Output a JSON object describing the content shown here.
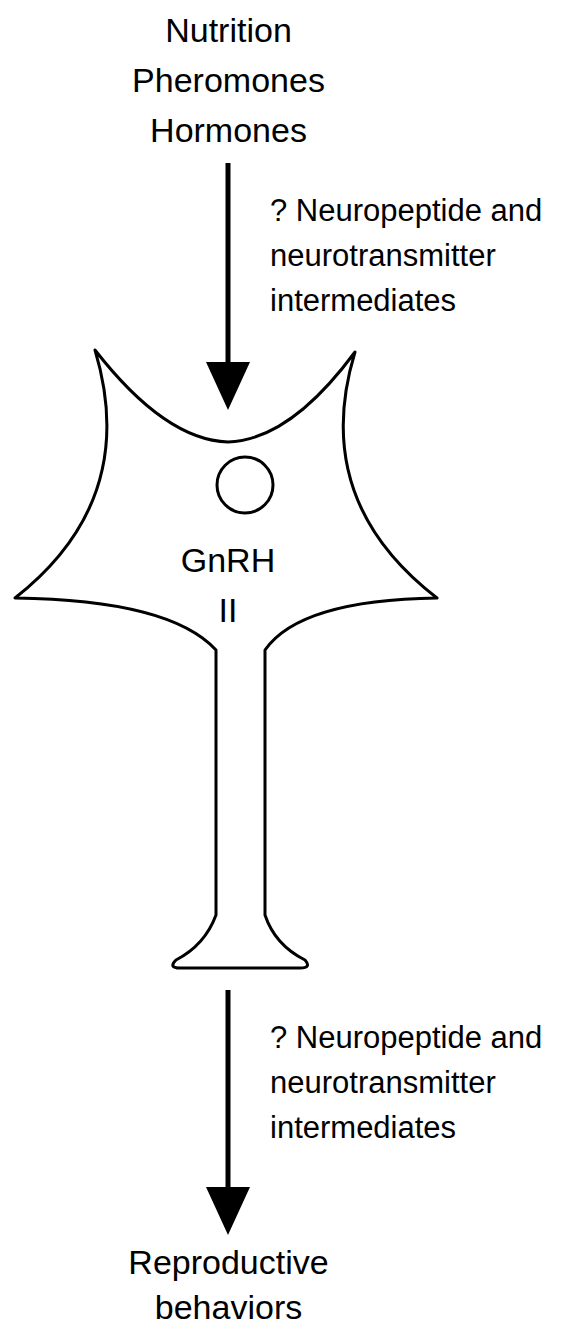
{
  "diagram": {
    "nodes": [
      {
        "text": [
          "Nutrition",
          "Pheromones",
          "Hormones"
        ]
      },
      {
        "text": [
          "GnRH II"
        ]
      },
      {
        "text": [
          "Reproductive behaviors"
        ]
      }
    ],
    "edges": [
      {
        "from": 0,
        "to": 1,
        "arrow": "to",
        "label": "? Neuropeptide and neurotransmitter intermediates"
      },
      {
        "from": 1,
        "to": 2,
        "arrow": "to",
        "label": "? Neuropeptide and neurotransmitter intermediates"
      }
    ]
  }
}
